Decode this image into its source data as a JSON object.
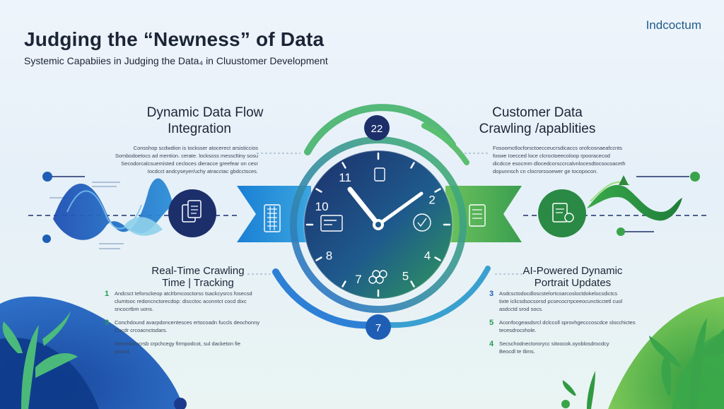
{
  "header": {
    "title": "Judging the “Newness” of Data",
    "subtitle": "Systemic Capabiies in Judging the Data₄ in Cluustomer Development",
    "brand": "Indcoctum"
  },
  "left": {
    "section_title_line1": "Dynamic Data Flow",
    "section_title_line2": "Integration",
    "blurb": [
      "Consshop scdwdion is tocksser atocerect arsisticcios",
      "Sombodoetocs ad mention. cerate. locksoss messcltiny sosu",
      "Secodorcalcsuemisted cecloces dieracce greefear on cesr",
      "Iocdcct andcyseyer/uchy atracctac gbdcctsces."
    ],
    "subsection_line1": "Real-Time Crawling",
    "subsection_line2": "Time | Tracking",
    "bullets": [
      {
        "num": "1",
        "color": "#2a9a55",
        "lines": [
          "Andcsct teforsckeop atclrbmcosctorss tsackcysrcs fosecsd",
          "clumtsoc redoncnctorecdop: discctoc aconntct cocd dixc",
          "sncocrtbm uons."
        ]
      },
      {
        "num": "3",
        "color": "#2a9a55",
        "lines": [
          "Conchdound avarpdoncentesces ertocoadn fuccls deochonny",
          "Cucdr crcoacnctsdars."
        ]
      },
      {
        "num": "1",
        "color": "#1e5fb5",
        "lines": [
          "Seoctdorocrsb crpchcegy firmpodcot, sul dacketon fie",
          "pocod."
        ]
      }
    ]
  },
  "right": {
    "section_title_line1": "Customer Data",
    "section_title_line2": "Crawling /apablities",
    "blurb": [
      "Fosoomctlocforsctoecceucrsdicaccs orofcosnaeafccnts",
      "foswe Ioecced loce clcroctoeecoloop rpooracecod",
      "dicdcce esocmm dlocedcorsccrcalvnlocesdtocsocoaceth",
      "dopunnsch cn clocrorssoewer ge tocopocon."
    ],
    "subsection_line1": "AI-Powered Dynamic",
    "subsection_line2": "Portrait Updates",
    "bullets": [
      {
        "num": "3",
        "color": "#1e5fb5",
        "lines": [
          "Asdcsctodocdloscstelortcoarcosloctdokelocsdictcs",
          "tixte iclicsdsocsorsd pcsecocrrpceeocuncticctetl cuol",
          "asdcctd srod socs."
        ]
      },
      {
        "num": "5",
        "color": "#2a9a55",
        "lines": [
          "Aconfocgeasdsrcl dclccoll sprovhgecccoscdce slocchictes",
          "tecesdrocshole."
        ]
      },
      {
        "num": "4",
        "color": "#2a9a55",
        "lines": [
          "Secschodnectororycc sitoocok.oyoblosdrocdcy",
          "Beocdl te tlims."
        ]
      }
    ]
  },
  "clock": {
    "top_badge": "22",
    "bottom_badge": "7",
    "numbers": [
      {
        "label": "11",
        "angle": -35,
        "r": 0.78
      },
      {
        "label": "10",
        "angle": -72,
        "r": 0.8
      },
      {
        "label": "8",
        "angle": -122,
        "r": 0.78
      },
      {
        "label": "7",
        "angle": -160,
        "r": 0.78
      },
      {
        "label": "5",
        "angle": 152,
        "r": 0.78
      },
      {
        "label": "4",
        "angle": 122,
        "r": 0.78
      },
      {
        "label": "2",
        "angle": 65,
        "r": 0.8
      }
    ]
  },
  "colors": {
    "blue": "#1e5fb5",
    "navy": "#1c2f6b",
    "green": "#3aa356",
    "teal": "#2a8f8f"
  }
}
